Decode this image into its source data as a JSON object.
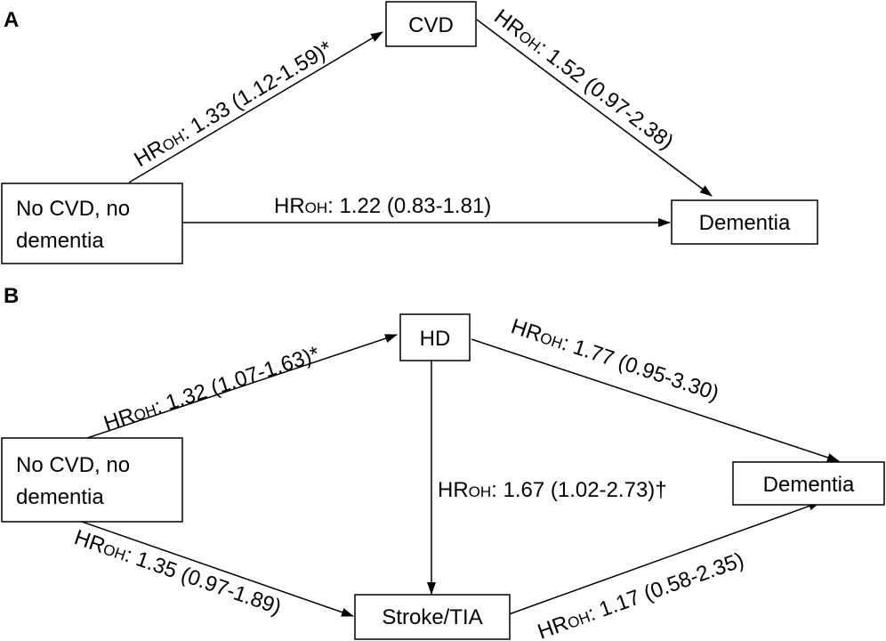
{
  "panels": [
    {
      "letter": "A",
      "nodes": {
        "start": [
          "No CVD, no",
          "dementia"
        ],
        "cvd": "CVD",
        "dementia": "Dementia"
      },
      "edges": {
        "start_to_cvd": {
          "hr": "HR",
          "sub": "OH",
          "value": ": 1.33 (1.12-1.59)*"
        },
        "cvd_to_dementia": {
          "hr": "HR",
          "sub": "OH",
          "value": ": 1.52 (0.97-2.38)"
        },
        "start_to_dementia": {
          "hr": "HR",
          "sub": "OH",
          "value": ": 1.22 (0.83-1.81)"
        }
      }
    },
    {
      "letter": "B",
      "nodes": {
        "start": [
          "No CVD, no",
          "dementia"
        ],
        "hd": "HD",
        "dementia": "Dementia",
        "stroke": "Stroke/TIA"
      },
      "edges": {
        "start_to_hd": {
          "hr": "HR",
          "sub": "OH",
          "value": ": 1.32 (1.07-1.63)*"
        },
        "hd_to_dementia": {
          "hr": "HR",
          "sub": "OH",
          "value": ": 1.77 (0.95-3.30)"
        },
        "hd_to_stroke": {
          "hr": "HR",
          "sub": "OH",
          "value": ": 1.67 (1.02-2.73)†"
        },
        "start_to_stroke": {
          "hr": "HR",
          "sub": "OH",
          "value": ": 1.35 (0.97-1.89)"
        },
        "stroke_to_dementia": {
          "hr": "HR",
          "sub": "OH",
          "value": ": 1.17 (0.58-2.35)"
        }
      }
    }
  ]
}
